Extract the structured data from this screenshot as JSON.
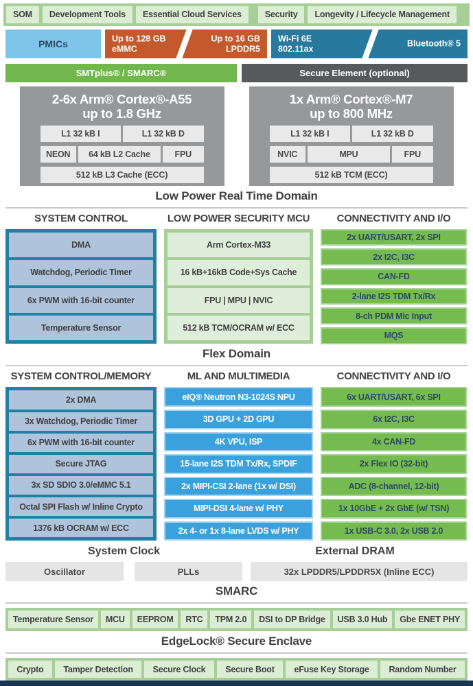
{
  "ecosystem_band": {
    "items": [
      "SOM",
      "Development Tools",
      "Essential Cloud Services",
      "Security",
      "Longevity / Lifecycle Management"
    ]
  },
  "hardware_row": {
    "pmics": "PMICs",
    "memory_split": {
      "left_top": "Up to 128 GB",
      "left_bottom": "eMMC",
      "right_top": "Up to 16 GB",
      "right_bottom": "LPDDR5"
    },
    "wireless_split": {
      "left_top": "Wi-Fi 6E",
      "left_bottom": "802.11ax",
      "right": "Bluetooth® 5"
    }
  },
  "module_row": {
    "smtplus": "SMTplus® / SMARC®",
    "secure_element": "Secure Element (optional)"
  },
  "cpu_blocks": [
    {
      "title1": "2-6x Arm® Cortex®-A55",
      "title2": "up to 1.8 GHz",
      "row1": [
        "L1 32 kB I",
        "L1 32 kB D"
      ],
      "row2": [
        "NEON",
        "64 kB L2 Cache",
        "FPU"
      ],
      "row3": "512 kB L3 Cache (ECC)"
    },
    {
      "title1": "1x Arm® Cortex®-M7",
      "title2": "up to 800 MHz",
      "row1": [
        "L1 32 kB I",
        "L1 32 kB D"
      ],
      "row2": [
        "NVIC",
        "MPU",
        "FPU"
      ],
      "row3": "512 kB TCM (ECC)"
    }
  ],
  "low_power_heading": "Low Power Real Time Domain",
  "m33_section": {
    "col1": {
      "title": "SYSTEM CONTROL",
      "cells": [
        "DMA",
        "Watchdog, Periodic Timer",
        "6x PWM with 16-bit counter",
        "Temperature Sensor"
      ]
    },
    "col2": {
      "title": "LOW POWER SECURITY MCU",
      "cells": [
        "Arm Cortex-M33",
        "16 kB+16kB Code+Sys Cache",
        "FPU | MPU | NVIC",
        "512 kB TCM/OCRAM w/ ECC"
      ]
    },
    "col3": {
      "title": "CONNECTIVITY AND I/O",
      "cells": [
        "2x UART/USART, 2x SPI",
        "2x I2C, I3C",
        "CAN-FD",
        "2-lane I2S TDM Tx/Rx",
        "8-ch PDM Mic Input",
        "MQS"
      ]
    }
  },
  "flex_domain_heading": "Flex Domain",
  "flex_section": {
    "col1": {
      "title": "SYSTEM CONTROL/MEMORY",
      "cells": [
        "2x DMA",
        "3x Watchdog, Periodic Timer",
        "6x PWM with 16-bit counter",
        "Secure JTAG",
        "3x SD SDIO 3.0/eMMC 5.1",
        "Octal SPI Flash w/ Inline Crypto",
        "1376 kB OCRAM w/ ECC"
      ]
    },
    "col2": {
      "title": "ML AND MULTIMEDIA",
      "cells": [
        "eIQ® Neutron N3-1024S NPU",
        "3D GPU + 2D GPU",
        "4K VPU, ISP",
        "15-lane I2S TDM Tx/Rx, SPDIF",
        "2x MIPI-CSI 2-lane (1x w/ DSI)",
        "MIPI-DSI 4-lane w/ PHY",
        "2x 4- or 1x 8-lane LVDS w/ PHY"
      ]
    },
    "col3": {
      "title": "CONNECTIVITY AND I/O",
      "cells": [
        "6x UART/USART, 6x SPI",
        "6x I2C, I3C",
        "4x CAN-FD",
        "2x Flex IO (32-bit)",
        "ADC (8-channel, 12-bit)",
        "1x 10GbE + 2x GbE (w/ TSN)",
        "1x USB-C 3.0, 2x USB 2.0"
      ]
    }
  },
  "clock_dram": {
    "system_clock_heading": "System Clock",
    "external_dram_heading": "External DRAM",
    "oscillator": "Oscillator",
    "plls": "PLLs",
    "dram": "32x LPDDR5/LPDDR5X (Inline ECC)"
  },
  "smarc_section": {
    "heading": "SMARC",
    "items": [
      "Temperature Sensor",
      "MCU",
      "EEPROM",
      "RTC",
      "TPM 2.0",
      "DSI to DP Bridge",
      "USB 3.0 Hub",
      "Gbe ENET PHY"
    ]
  },
  "enclave_section": {
    "heading": "EdgeLock® Secure Enclave",
    "items": [
      "Crypto",
      "Tamper Detection",
      "Secure Clock",
      "Secure Boot",
      "eFuse Key Storage",
      "Random Number"
    ]
  },
  "colors": {
    "band_green": "#A7CE97",
    "cell_light_green": "#DBEDD3",
    "pmics_blue": "#7FC5E9",
    "memory_orange": "#C45A2C",
    "wireless_teal": "#27799D",
    "module_green": "#72B74D",
    "secure_element_gray": "#58595B",
    "cpu_gray": "#97989A",
    "control_teal": "#2180A5",
    "steel_cell": "#AFC4DA",
    "io_green": "#76BB4F",
    "ml_blue": "#3AA1DC",
    "footer_navy": "#1A3553",
    "dark_text": "#414042",
    "navy_text": "#2B4B63"
  }
}
